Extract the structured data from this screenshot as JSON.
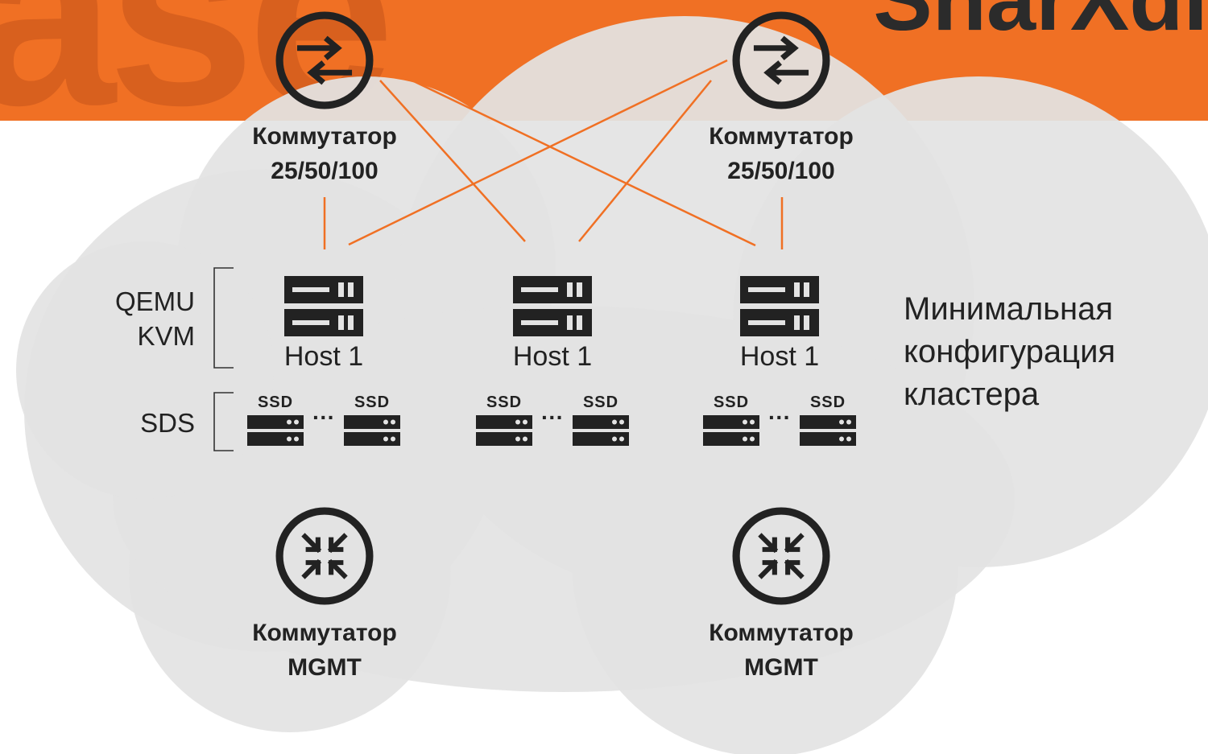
{
  "watermark": {
    "left": "ase",
    "right": "SharXdi"
  },
  "switches_top": [
    {
      "line1": "Коммутатор",
      "line2": "25/50/100",
      "icon": "router-icon"
    },
    {
      "line1": "Коммутатор",
      "line2": "25/50/100",
      "icon": "router-icon"
    }
  ],
  "switches_mgmt": [
    {
      "line1": "Коммутатор",
      "line2": "MGMT",
      "icon": "switch-mgmt-icon"
    },
    {
      "line1": "Коммутатор",
      "line2": "MGMT",
      "icon": "switch-mgmt-icon"
    }
  ],
  "hosts": [
    {
      "label": "Host 1",
      "ssd_left": "SSD",
      "ssd_right": "SSD",
      "dots": "···"
    },
    {
      "label": "Host 1",
      "ssd_left": "SSD",
      "ssd_right": "SSD",
      "dots": "···"
    },
    {
      "label": "Host 1",
      "ssd_left": "SSD",
      "ssd_right": "SSD",
      "dots": "···"
    }
  ],
  "groups": {
    "hypervisor_line1": "QEMU",
    "hypervisor_line2": "KVM",
    "storage": "SDS"
  },
  "caption": {
    "line1": "Минимальная",
    "line2": "конфигурация",
    "line3": "кластера"
  },
  "colors": {
    "accent": "#f07024",
    "cloud": "#e3e3e3",
    "ink": "#222222"
  }
}
